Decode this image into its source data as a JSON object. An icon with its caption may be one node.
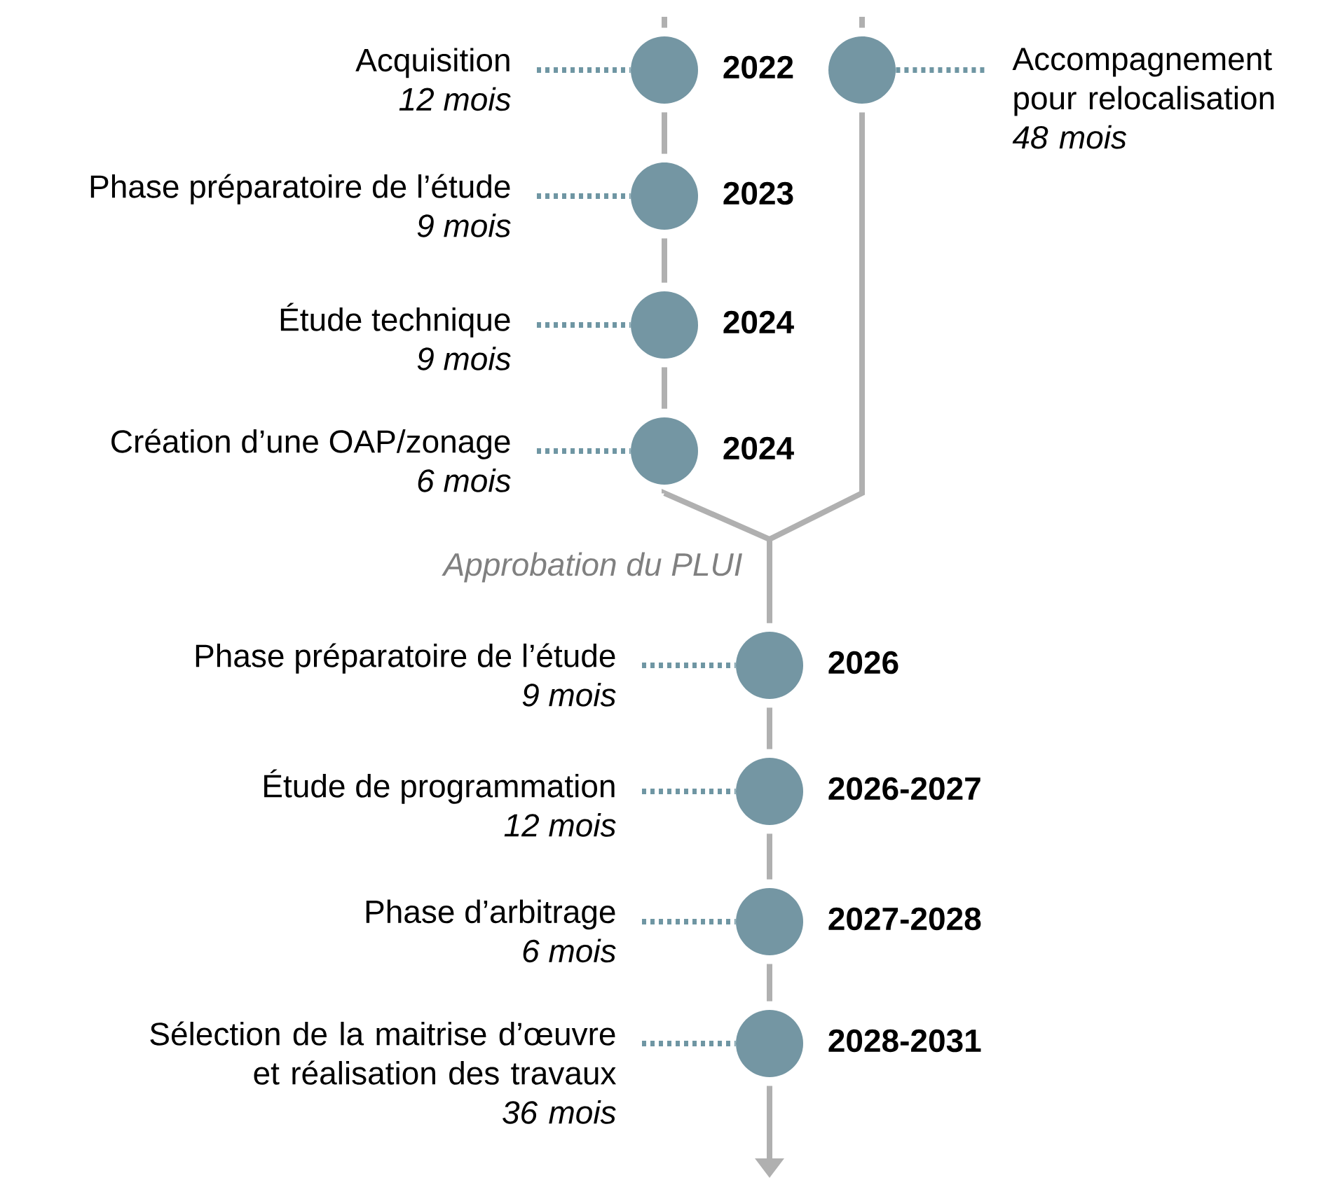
{
  "diagram": {
    "nodes": [
      {
        "text": [
          "Acquisition",
          "12 mois"
        ]
      },
      {
        "text": [],
        "shape": "circle",
        "beside": [
          "2022"
        ]
      },
      {
        "text": [],
        "shape": "circle"
      },
      {
        "text": [
          "Accompagnement pour relocalisation",
          "48 mois"
        ]
      },
      {
        "text": [
          "Phase préparatoire de l’étude",
          "9 mois"
        ]
      },
      {
        "text": [],
        "shape": "circle",
        "beside": [
          "2023"
        ]
      },
      {
        "text": [
          "Étude technique",
          "9 mois"
        ]
      },
      {
        "text": [],
        "shape": "circle",
        "beside": [
          "2024"
        ]
      },
      {
        "text": [
          "Création d’une OAP/zonage",
          "6 mois"
        ]
      },
      {
        "text": [],
        "shape": "circle",
        "beside": [
          "2024"
        ]
      },
      {
        "text": [
          "Phase préparatoire de l’étude",
          "9 mois"
        ]
      },
      {
        "text": [],
        "shape": "circle",
        "beside": [
          "2026"
        ]
      },
      {
        "text": [
          "Étude de programmation",
          "12 mois"
        ]
      },
      {
        "text": [],
        "shape": "circle",
        "beside": [
          "2026-2027"
        ]
      },
      {
        "text": [
          "Phase d’arbitrage",
          "6 mois"
        ]
      },
      {
        "text": [],
        "shape": "circle",
        "beside": [
          "2027-2028"
        ]
      },
      {
        "text": [
          "Sélection de la maitrise d’œuvre et réalisation des travaux",
          "36 mois"
        ]
      },
      {
        "text": [],
        "shape": "circle",
        "beside": [
          "2028-2031"
        ]
      }
    ],
    "edges": [
      {
        "from": null,
        "to": 1,
        "arrow": "none"
      },
      {
        "from": null,
        "to": 2,
        "arrow": "none"
      },
      {
        "from": 0,
        "to": 1,
        "arrow": "none",
        "style": "dashed",
        "color": "#6f96a3"
      },
      {
        "from": 2,
        "to": 3,
        "arrow": "none",
        "style": "dashed",
        "color": "#6f96a3"
      },
      {
        "from": 1,
        "to": 5,
        "arrow": "none"
      },
      {
        "from": 4,
        "to": 5,
        "arrow": "none",
        "style": "dashed",
        "color": "#6f96a3"
      },
      {
        "from": 5,
        "to": 7,
        "arrow": "none"
      },
      {
        "from": 6,
        "to": 7,
        "arrow": "none",
        "style": "dashed",
        "color": "#6f96a3"
      },
      {
        "from": 7,
        "to": 9,
        "arrow": "none"
      },
      {
        "from": 8,
        "to": 9,
        "arrow": "none",
        "style": "dashed",
        "color": "#6f96a3"
      },
      {
        "from": 9,
        "to": 11,
        "arrow": "none"
      },
      {
        "from": 2,
        "to": 11,
        "arrow": "none"
      },
      {
        "from": 10,
        "to": 11,
        "arrow": "none",
        "style": "dashed",
        "color": "#6f96a3"
      },
      {
        "from": 11,
        "to": 13,
        "arrow": "none"
      },
      {
        "from": 12,
        "to": 13,
        "arrow": "none",
        "style": "dashed",
        "color": "#6f96a3"
      },
      {
        "from": 13,
        "to": 15,
        "arrow": "none"
      },
      {
        "from": 14,
        "to": 15,
        "arrow": "none",
        "style": "dashed",
        "color": "#6f96a3"
      },
      {
        "from": 15,
        "to": 17,
        "arrow": "none"
      },
      {
        "from": 16,
        "to": 17,
        "arrow": "none",
        "style": "dashed",
        "color": "#6f96a3"
      },
      {
        "from": 17,
        "to": null,
        "arrow": "to"
      }
    ],
    "labels": [
      "Approbation du PLUI"
    ]
  }
}
